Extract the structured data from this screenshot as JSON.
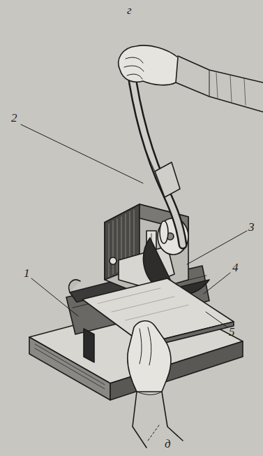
{
  "diagram": {
    "labels": [
      "г",
      "2",
      "1",
      "3",
      "4",
      "5",
      "д"
    ]
  }
}
